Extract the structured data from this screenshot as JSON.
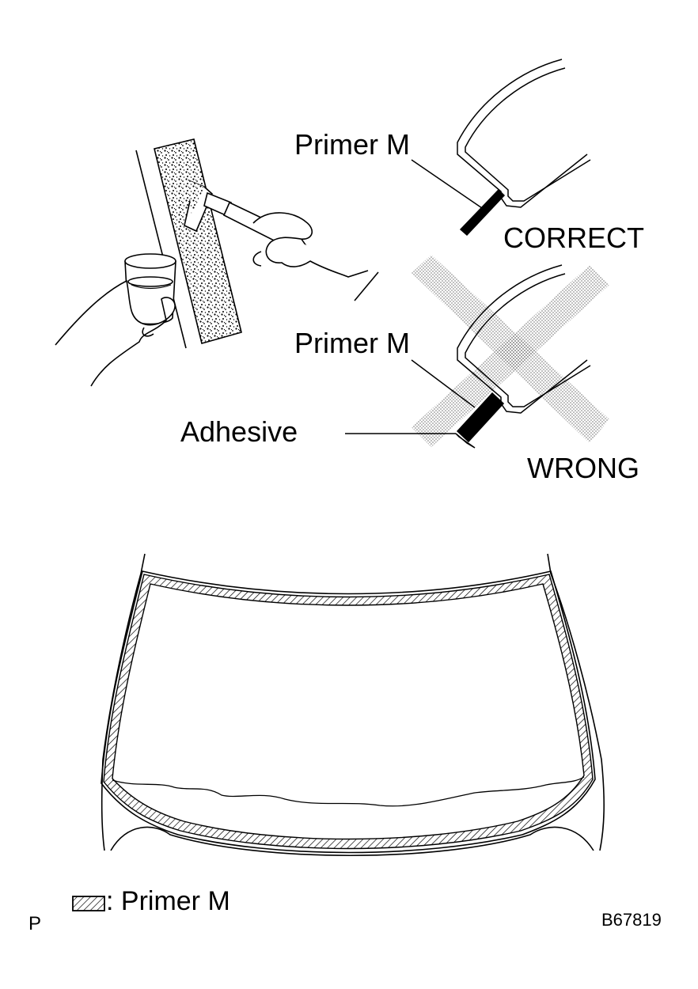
{
  "labels": {
    "primer_correct": "Primer M",
    "correct": "CORRECT",
    "primer_wrong": "Primer M",
    "adhesive": "Adhesive",
    "wrong": "WRONG"
  },
  "legend": {
    "swatch_icon": "hatched-swatch-icon",
    "text": ": Primer M"
  },
  "footer": {
    "left_code": "P",
    "figure_code": "B67819"
  },
  "colors": {
    "line": "#000000",
    "x_mark_gray": "#999999"
  }
}
